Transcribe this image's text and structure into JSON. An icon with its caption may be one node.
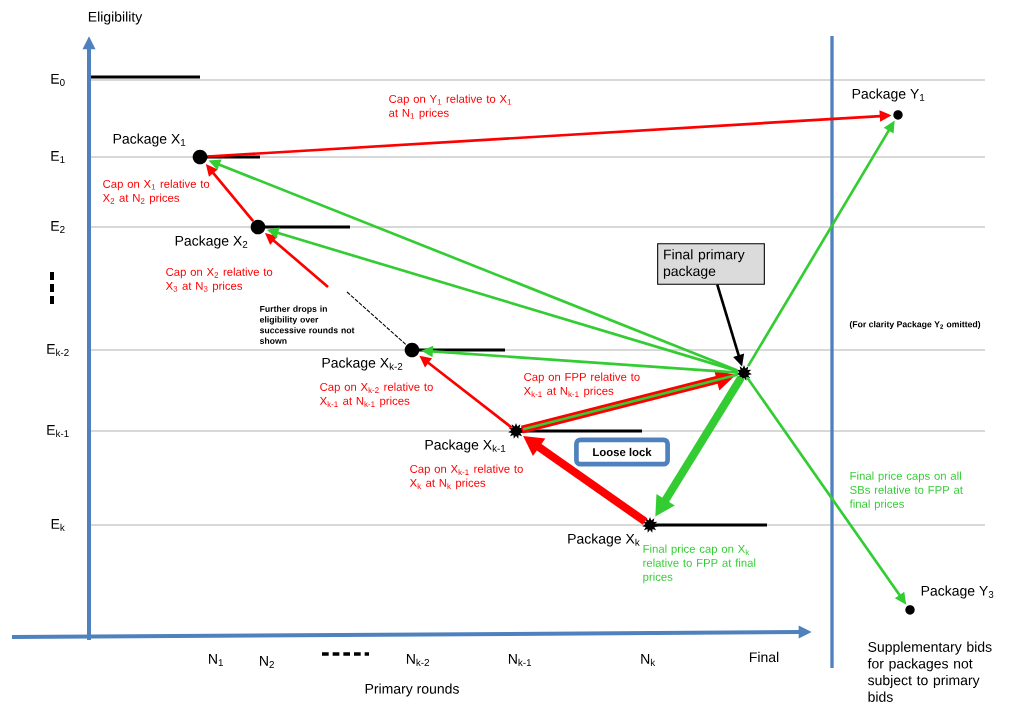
{
  "diagram": {
    "nodes": [
      {
        "text": [],
        "shape": "circle",
        "beside": [
          "Package X$_{1}$"
        ]
      },
      {
        "text": [],
        "shape": "circle",
        "beside": [
          "Package X$_{2}$"
        ]
      },
      {
        "text": [],
        "shape": "circle",
        "beside": [
          "Package X$_{k-2}$"
        ]
      },
      {
        "text": [],
        "shape": "star",
        "beside": [
          "Package X$_{k-1}$"
        ]
      },
      {
        "text": [],
        "shape": "star",
        "beside": [
          "Package X$_{k}$"
        ]
      },
      {
        "text": [],
        "shape": "star"
      },
      {
        "text": [],
        "shape": "circle",
        "beside": [
          "Package Y$_{1}$"
        ]
      },
      {
        "text": [],
        "shape": "circle",
        "beside": [
          "Package Y$_{3}$"
        ]
      },
      {
        "text": [
          "Final primary package"
        ]
      },
      {
        "text": [
          "Loose lock"
        ]
      }
    ],
    "edges": [
      {
        "from": 0,
        "to": 6,
        "arrow": "to",
        "color": "#ff0000",
        "label": "Cap on Y$_{1}$ relative to X$_{1}$ at N$_{1}$ prices"
      },
      {
        "from": 1,
        "to": 0,
        "arrow": "to",
        "color": "#ff0000",
        "label": "Cap on X$_{1}$ relative to X$_{2}$ at N$_{2}$ prices"
      },
      {
        "from": null,
        "to": 1,
        "arrow": "to",
        "color": "#ff0000",
        "label": "Cap on X$_{2}$ relative to X$_{3}$ at N$_{3}$ prices"
      },
      {
        "from": null,
        "to": 2,
        "arrow": "none",
        "color": "#000000",
        "style": "dashed"
      },
      {
        "from": 3,
        "to": 2,
        "arrow": "to",
        "color": "#ff0000",
        "label": "Cap on X$_{k-2}$ relative to X$_{k-1}$ at N$_{k-1}$ prices"
      },
      {
        "from": 4,
        "to": 3,
        "arrow": "to",
        "color": "#ff0000",
        "style": "thick",
        "label": "Cap on X$_{k-1}$ relative to X$_{k}$ at N$_{k}$ prices"
      },
      {
        "from": 3,
        "to": 5,
        "arrow": "to",
        "color": "#ff0000",
        "style": "thick",
        "label": "Cap on FPP relative to X$_{k-1}$ at N$_{k-1}$ prices"
      },
      {
        "from": 5,
        "to": 0,
        "arrow": "to",
        "color": "#33cc33"
      },
      {
        "from": 5,
        "to": 1,
        "arrow": "to",
        "color": "#33cc33"
      },
      {
        "from": 5,
        "to": 2,
        "arrow": "to",
        "color": "#33cc33"
      },
      {
        "from": 5,
        "to": 3,
        "arrow": "none",
        "color": "#33cc33"
      },
      {
        "from": 5,
        "to": 4,
        "arrow": "to",
        "color": "#33cc33",
        "style": "thick",
        "label": "Final price cap on X$_{k}$ relative to FPP at final prices"
      },
      {
        "from": 5,
        "to": 6,
        "arrow": "to",
        "color": "#33cc33"
      },
      {
        "from": 5,
        "to": 7,
        "arrow": "to",
        "color": "#33cc33",
        "label": "Final price caps on all SBs relative to FPP at final prices"
      },
      {
        "from": 8,
        "to": 5,
        "arrow": "to",
        "color": "#000000"
      }
    ],
    "labels": [
      "Eligibility",
      "E$_{0}$",
      "E$_{1}$",
      "E$_{2}$",
      "E$_{k-2}$",
      "E$_{k-1}$",
      "E$_{k}$",
      "Further drops in eligibility over successive rounds not shown",
      "(For clarity Package Y$_{2}$ omitted)",
      "N$_{1}$",
      "N$_{2}$",
      "N$_{k-2}$",
      "N$_{k-1}$",
      "N$_{k}$",
      "Final",
      "Primary rounds",
      "Supplementary bids for packages not subject to primary bids"
    ]
  }
}
